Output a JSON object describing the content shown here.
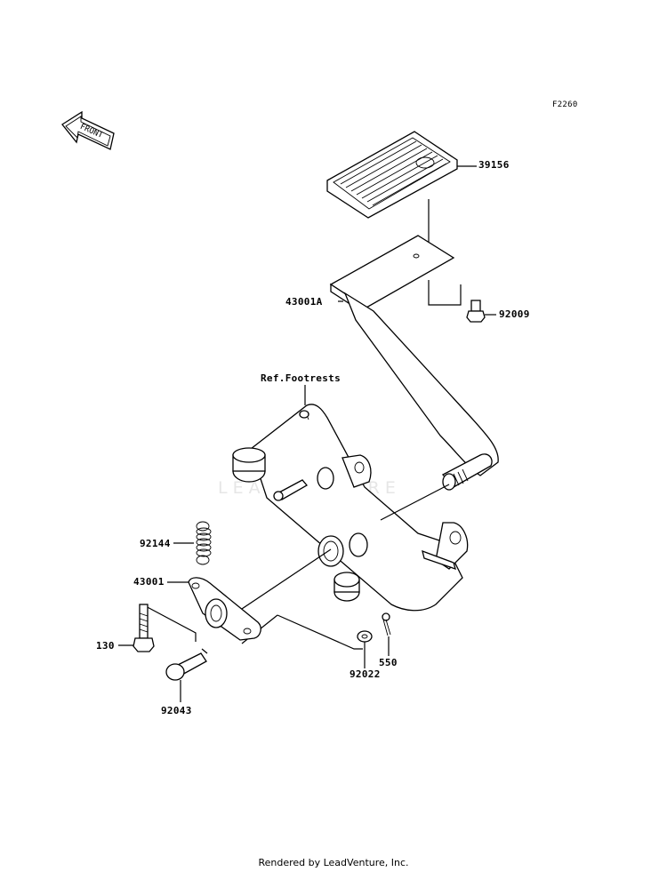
{
  "diagram_code": "F2260",
  "front_arrow": {
    "text": "FRONT",
    "icon": "front-direction-arrow-icon"
  },
  "reference_label": "Ref.Footrests",
  "watermark": "LEADVENTURE",
  "parts": [
    {
      "id": "39156",
      "text": "39156"
    },
    {
      "id": "43001A",
      "text": "43001A"
    },
    {
      "id": "92009",
      "text": "92009"
    },
    {
      "id": "92144",
      "text": "92144"
    },
    {
      "id": "43001",
      "text": "43001"
    },
    {
      "id": "130",
      "text": "130"
    },
    {
      "id": "550",
      "text": "550"
    },
    {
      "id": "92022",
      "text": "92022"
    },
    {
      "id": "92043",
      "text": "92043"
    }
  ],
  "footer": "Rendered by LeadVenture, Inc."
}
